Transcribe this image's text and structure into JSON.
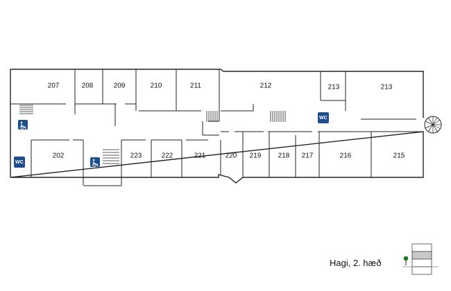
{
  "caption": "Hagi, 2. hæð",
  "rooms": [
    {
      "id": "207",
      "label": "207"
    },
    {
      "id": "208",
      "label": "208"
    },
    {
      "id": "209",
      "label": "209"
    },
    {
      "id": "210",
      "label": "210"
    },
    {
      "id": "211",
      "label": "211"
    },
    {
      "id": "212",
      "label": "212"
    },
    {
      "id": "213a",
      "label": "213"
    },
    {
      "id": "213b",
      "label": "213"
    },
    {
      "id": "202",
      "label": "202"
    },
    {
      "id": "223",
      "label": "223"
    },
    {
      "id": "222",
      "label": "222"
    },
    {
      "id": "221",
      "label": "221"
    },
    {
      "id": "220",
      "label": "220"
    },
    {
      "id": "219",
      "label": "219"
    },
    {
      "id": "218",
      "label": "218"
    },
    {
      "id": "217",
      "label": "217"
    },
    {
      "id": "216",
      "label": "216"
    },
    {
      "id": "215",
      "label": "215"
    }
  ],
  "wc_label": "WC",
  "icons": {
    "wc": "wc-icon",
    "accessible": "wheelchair-icon",
    "stairs": "stairs-icon",
    "spiral": "spiral-stair-icon",
    "you_are_here": "location-marker-icon",
    "floor_key": "floor-indicator-icon"
  },
  "colors": {
    "icon_bg": "#1f4e8c",
    "marker": "#1a7a2a",
    "floor_highlight": "#c8c8c8"
  }
}
